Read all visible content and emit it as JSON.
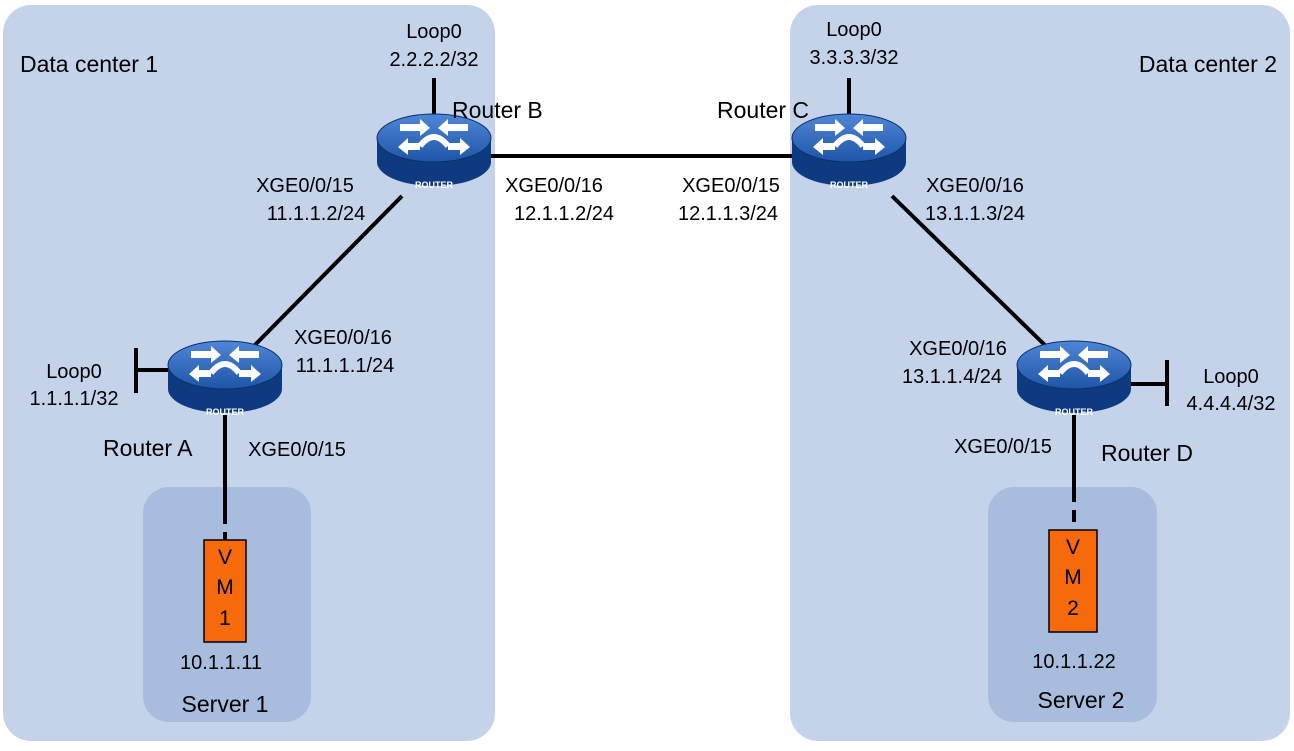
{
  "data_centers": [
    {
      "id": "dc1",
      "label": "Data center 1"
    },
    {
      "id": "dc2",
      "label": "Data center 2"
    }
  ],
  "servers": [
    {
      "id": "server1",
      "label": "Server 1",
      "vm_lines": [
        "V",
        "M",
        "1"
      ],
      "vm_ip": "10.1.1.11"
    },
    {
      "id": "server2",
      "label": "Server 2",
      "vm_lines": [
        "V",
        "M",
        "2"
      ],
      "vm_ip": "10.1.1.22"
    }
  ],
  "routers": [
    {
      "id": "routerA",
      "label": "Router A",
      "icon_text": "ROUTER",
      "loopback": {
        "name": "Loop0",
        "ip": "1.1.1.1/32"
      }
    },
    {
      "id": "routerB",
      "label": "Router B",
      "icon_text": "ROUTER",
      "loopback": {
        "name": "Loop0",
        "ip": "2.2.2.2/32"
      }
    },
    {
      "id": "routerC",
      "label": "Router C",
      "icon_text": "ROUTER",
      "loopback": {
        "name": "Loop0",
        "ip": "3.3.3.3/32"
      }
    },
    {
      "id": "routerD",
      "label": "Router D",
      "icon_text": "ROUTER",
      "loopback": {
        "name": "Loop0",
        "ip": "4.4.4.4/32"
      }
    }
  ],
  "interfaces": {
    "routerA_to_server": {
      "name": "XGE0/0/15"
    },
    "routerA_to_B": {
      "name": "XGE0/0/16",
      "ip": "11.1.1.1/24"
    },
    "routerB_to_A": {
      "name": "XGE0/0/15",
      "ip": "11.1.1.2/24"
    },
    "routerB_to_C": {
      "name": "XGE0/0/16",
      "ip": "12.1.1.2/24"
    },
    "routerC_to_B": {
      "name": "XGE0/0/15",
      "ip": "12.1.1.3/24"
    },
    "routerC_to_D": {
      "name": "XGE0/0/16",
      "ip": "13.1.1.3/24"
    },
    "routerD_to_C": {
      "name": "XGE0/0/16",
      "ip": "13.1.1.4/24"
    },
    "routerD_to_server": {
      "name": "XGE0/0/15"
    }
  },
  "colors": {
    "dc_fill": "#c5d3ea",
    "server_fill": "#a8bcdd",
    "vm_fill": "#f76a0c",
    "router_top": "#2a63b8",
    "router_body": "#0f3f86",
    "link": "#000000"
  }
}
